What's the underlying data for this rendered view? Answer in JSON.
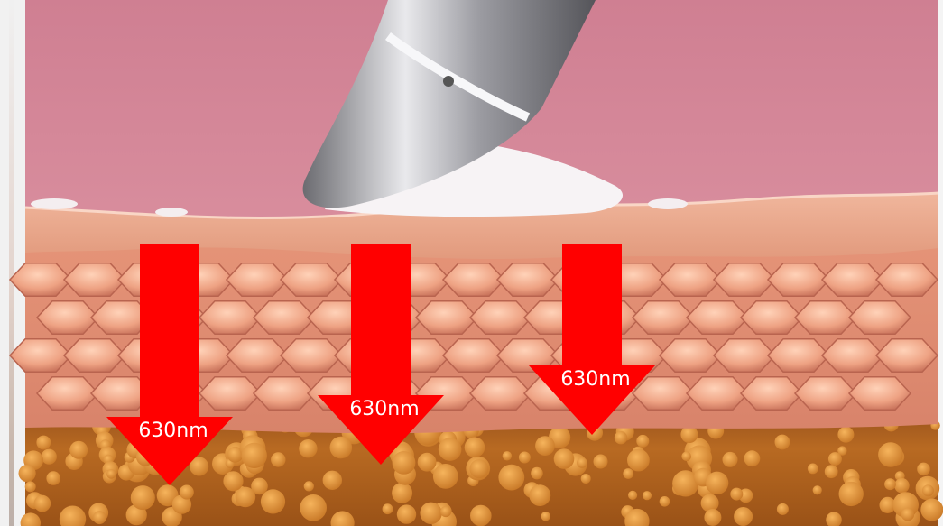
{
  "scene": {
    "description_colors": {
      "background_pink": "#d98f9e",
      "skin_surface": "#e9a98f",
      "cell_layer": "#e48e73",
      "fat_layer": "#b46a24",
      "arrow_red": "#ff0000",
      "device_metal": "#b9b9bd",
      "gel_white": "#f7f3f5"
    },
    "arrows": [
      {
        "label": "630nm"
      },
      {
        "label": "630nm"
      },
      {
        "label": "630nm"
      }
    ]
  }
}
